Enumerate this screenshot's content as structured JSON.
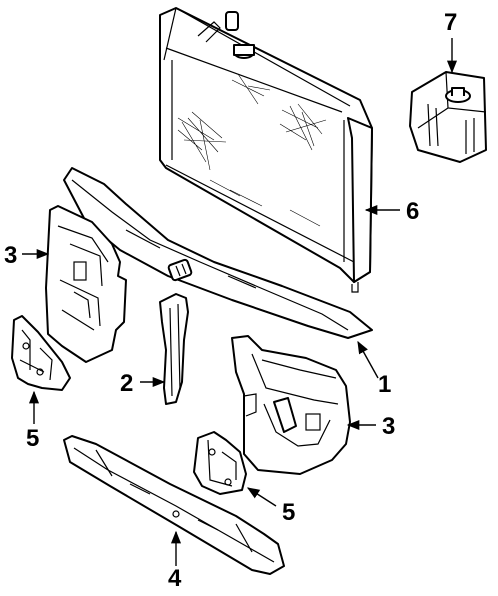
{
  "callouts": [
    {
      "id": "1",
      "label": "1",
      "part": "radiator-support-upper"
    },
    {
      "id": "2",
      "label": "2",
      "part": "center-brace"
    },
    {
      "id": "3a",
      "label": "3",
      "part": "side-panel-left"
    },
    {
      "id": "3b",
      "label": "3",
      "part": "side-panel-right"
    },
    {
      "id": "4",
      "label": "4",
      "part": "lower-tie-bar"
    },
    {
      "id": "5a",
      "label": "5",
      "part": "bracket-left"
    },
    {
      "id": "5b",
      "label": "5",
      "part": "bracket-right"
    },
    {
      "id": "6",
      "label": "6",
      "part": "radiator"
    },
    {
      "id": "7",
      "label": "7",
      "part": "coolant-reservoir"
    }
  ]
}
